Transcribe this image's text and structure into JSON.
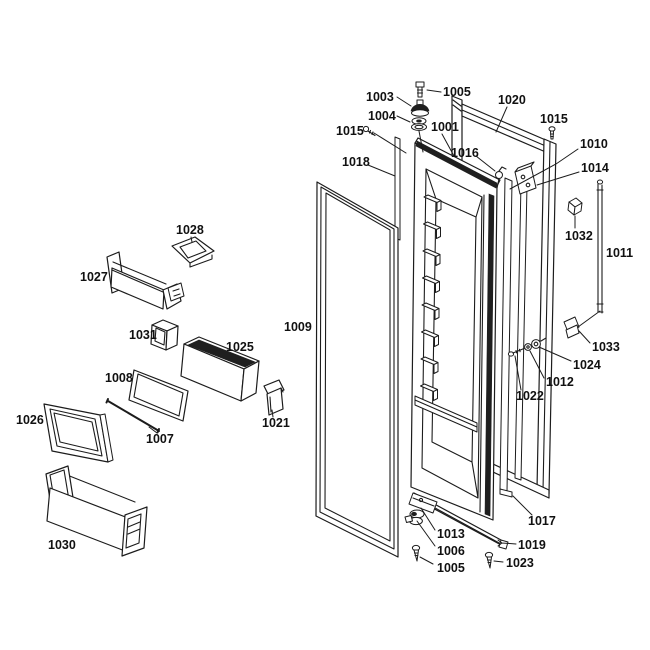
{
  "diagram": {
    "type": "exploded-parts-diagram",
    "colors": {
      "line": "#1c1c1c",
      "background": "#ffffff",
      "shading": "#1f1f1f"
    },
    "labels": [
      {
        "text": "1003"
      },
      {
        "text": "1005"
      },
      {
        "text": "1004"
      },
      {
        "text": "1001"
      },
      {
        "text": "1015"
      },
      {
        "text": "1018"
      },
      {
        "text": "1020"
      },
      {
        "text": "1016"
      },
      {
        "text": "1015"
      },
      {
        "text": "1010"
      },
      {
        "text": "1014"
      },
      {
        "text": "1032"
      },
      {
        "text": "1011"
      },
      {
        "text": "1033"
      },
      {
        "text": "1024"
      },
      {
        "text": "1012"
      },
      {
        "text": "1022"
      },
      {
        "text": "1009"
      },
      {
        "text": "1028"
      },
      {
        "text": "1027"
      },
      {
        "text": "1031"
      },
      {
        "text": "1025"
      },
      {
        "text": "1008"
      },
      {
        "text": "1007"
      },
      {
        "text": "1026"
      },
      {
        "text": "1021"
      },
      {
        "text": "1030"
      },
      {
        "text": "1013"
      },
      {
        "text": "1006"
      },
      {
        "text": "1005"
      },
      {
        "text": "1019"
      },
      {
        "text": "1023"
      },
      {
        "text": "1017"
      }
    ]
  }
}
